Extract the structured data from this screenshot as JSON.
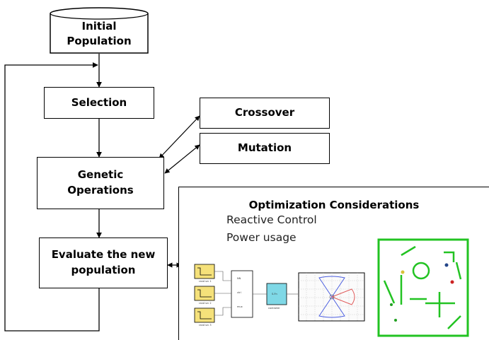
{
  "nodes": {
    "initial_population": "Initial\nPopulation",
    "selection": "Selection",
    "genetic_operations": "Genetic\nOperations",
    "evaluate": "Evaluate the new\npopulation",
    "crossover": "Crossover",
    "mutation": "Mutation"
  },
  "panel": {
    "title": "Optimization Considerations",
    "items": [
      "Reactive Control",
      "Power usage"
    ],
    "block_labels": {
      "in1": "rand src 1",
      "in2": "rand src 2",
      "in3": "rand src 3",
      "mux1": "NN",
      "mux2": "ctrl",
      "mux3": "mux",
      "proc": "S-Fn",
      "proc_sub": "controller"
    }
  },
  "colors": {
    "line": "#000000",
    "source_block": "#f5e17a",
    "process_block": "#7fd8e6",
    "arena_border": "#22c322",
    "polar_blue": "#4b5ee0",
    "polar_red": "#e05b5b"
  }
}
